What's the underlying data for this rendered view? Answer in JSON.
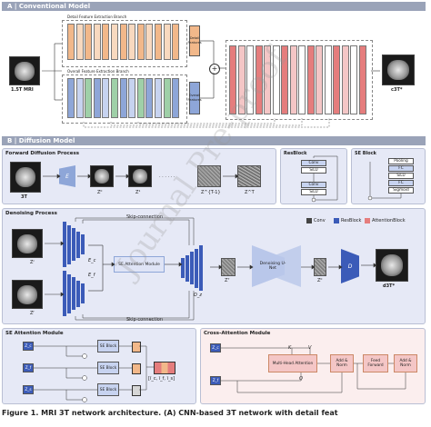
{
  "sectionA": {
    "title": "A | Conventional Model",
    "detail_branch": "Detail Feature Extraction Branch",
    "overall_branch": "Overall Feature Extraction Branch",
    "input_label": "1.5T MRI",
    "output_label": "c3T*",
    "merge_label": "Overall Features",
    "detail_merge_label": "Detail Features"
  },
  "sectionB": {
    "title": "B | Diffusion Model",
    "forward": {
      "title": "Forward Diffusion Process",
      "input_label": "3T",
      "encoder": "E",
      "z_labels": [
        "Z⁰",
        "Z¹",
        "Z^{T-1}",
        "Z^T"
      ],
      "dots": "· · · · · ·"
    },
    "resblock": {
      "title": "ResBlock",
      "items": [
        "Conv",
        "SiLU",
        "Conv",
        "SiLU"
      ]
    },
    "seblock": {
      "title": "SE Block",
      "items": [
        "Pooling",
        "FC",
        "SiLU",
        "FC",
        "Sigmoid"
      ]
    },
    "denoise": {
      "title": "Denoising Process",
      "skip_top": "Skip-connection",
      "skip_bottom": "Skip-connection",
      "legend": [
        "Conv",
        "ResBlock",
        "AttentionBlock"
      ],
      "in1": "Zᶜ",
      "in2": "Zᶠ",
      "enc1": "E_c",
      "enc2": "E_f",
      "se_module": "SE Attention Module",
      "decoder": "D_z",
      "zt": "Zᵀ",
      "unet": "Denoising U-Net",
      "z0": "Z⁰",
      "dec": "D",
      "out": "d3T*"
    },
    "se_attention": {
      "title": "SE Attention Module",
      "inputs": [
        "Z_c",
        "Z_f",
        "Z_s"
      ],
      "block": "SE Block",
      "out": "[ĩ_c, ĩ_f, ĩ_s]"
    },
    "cross_attention": {
      "title": "Cross-Attention Module",
      "input": "Z_c",
      "input2": "Z_f",
      "k": "K",
      "v": "V",
      "q": "Q",
      "mha": "Multi-Head Attention",
      "addnorm1": "Add & Norm",
      "ff": "Feed Forward",
      "addnorm2": "Add & Norm"
    }
  },
  "caption": "Figure 1. MRI 3T network architecture. (A) CNN-based 3T network with detail feat",
  "watermark": "Journal Pre-proof",
  "colors": {
    "section_header": "#9aa3b8",
    "orange": "#f2b88a",
    "blue": "#8ea6d8",
    "red": "#e57d7d",
    "panel_bg_blue": "#e6e9f6",
    "panel_bg_pink": "#fbeeee"
  }
}
